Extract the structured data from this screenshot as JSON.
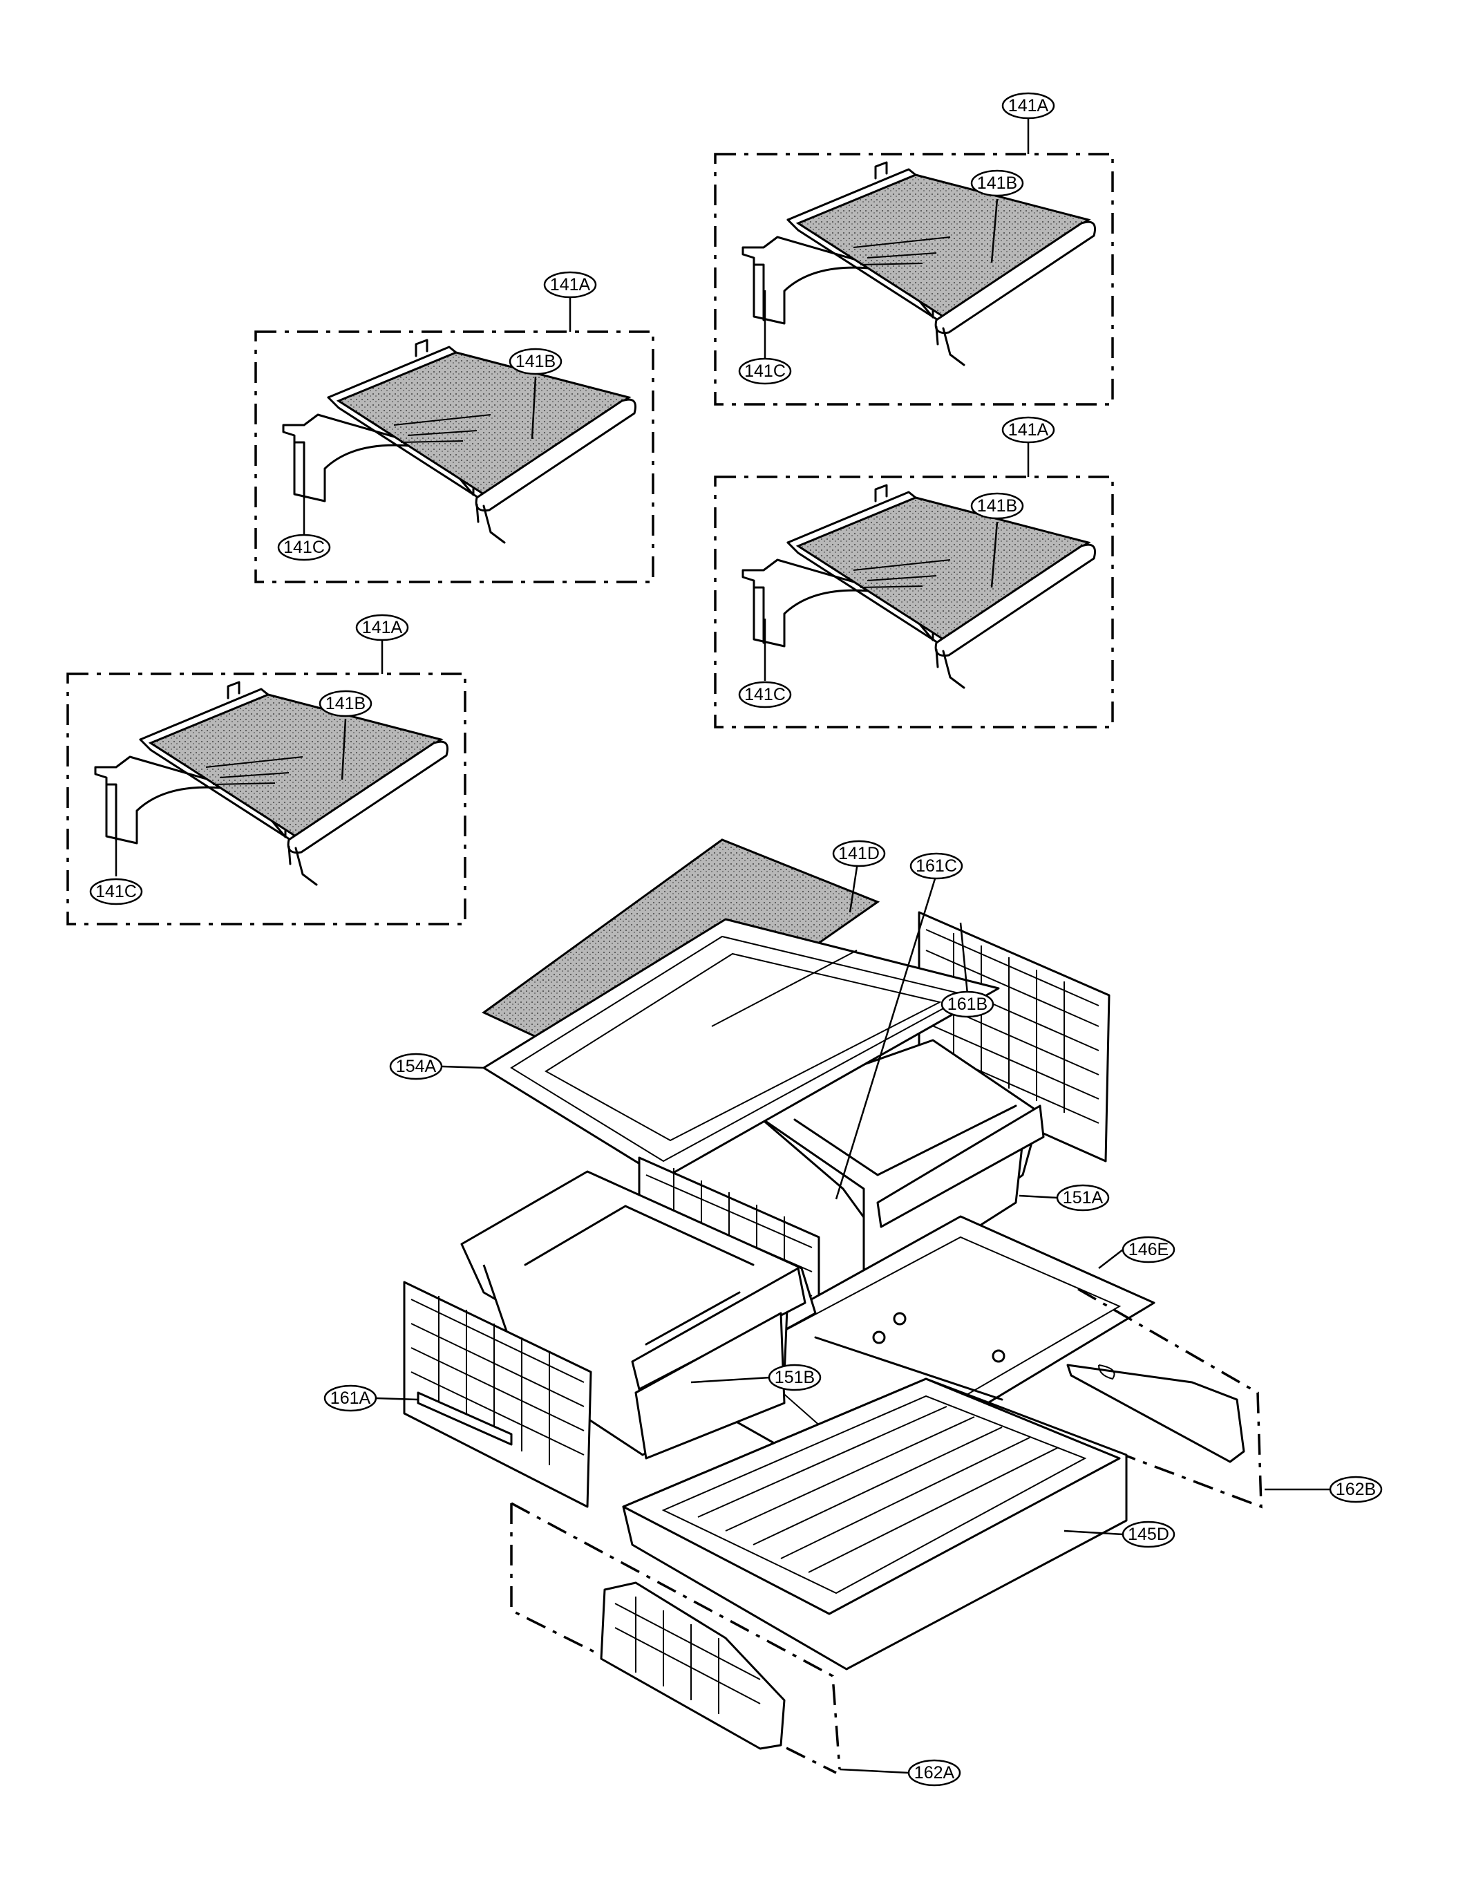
{
  "diagram": {
    "labels": {
      "shelf_assembly": "141A",
      "shelf_glass": "141B",
      "shelf_bracket": "141C",
      "cover_glass": "141D",
      "crisper_cover_frame": "154A",
      "center_divider": "161C",
      "right_side_panel": "161B",
      "right_crisper": "151A",
      "left_crisper": "151B",
      "divider_plate": "146E",
      "left_side_panel": "161A",
      "right_rail_assembly": "162B",
      "bottom_tray": "145D",
      "left_rail_assembly": "162A"
    }
  }
}
